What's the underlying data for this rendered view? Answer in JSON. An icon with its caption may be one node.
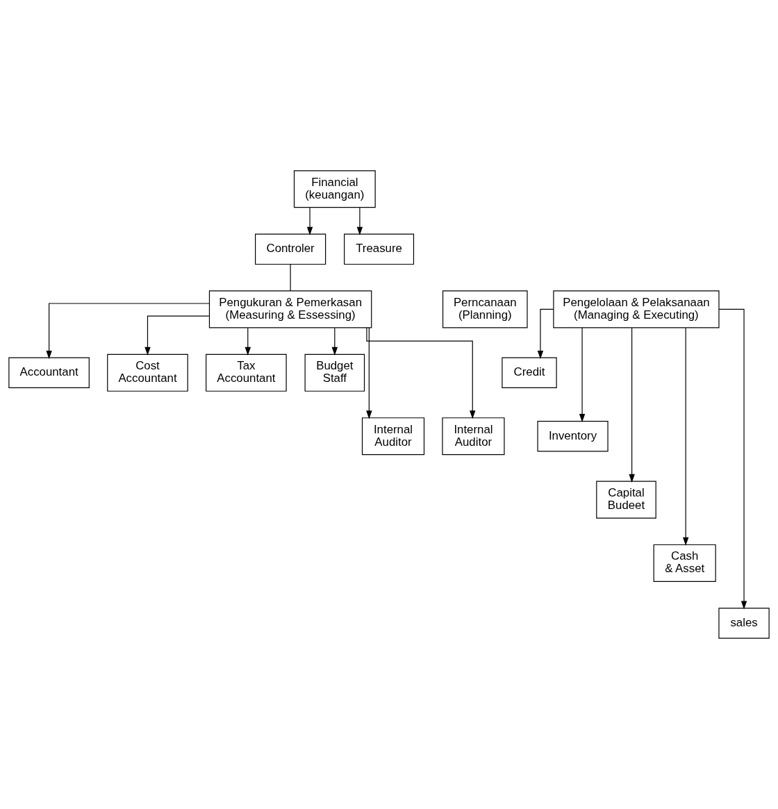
{
  "diagram": {
    "nodes": [
      {
        "text": [
          "Financial (keuangan)"
        ]
      },
      {
        "text": [
          "Controler"
        ]
      },
      {
        "text": [
          "Treasure"
        ]
      },
      {
        "text": [
          "Pengukuran & Pemerkasan (Measuring & Essessing)"
        ]
      },
      {
        "text": [
          "Perncanaan (Planning)"
        ]
      },
      {
        "text": [
          "Pengelolaan & Pelaksanaan (Managing & Executing)"
        ]
      },
      {
        "text": [
          "Accountant"
        ]
      },
      {
        "text": [
          "Cost Accountant"
        ]
      },
      {
        "text": [
          "Tax Accountant"
        ]
      },
      {
        "text": [
          "Budget Staff"
        ]
      },
      {
        "text": [
          "Internal Auditor"
        ]
      },
      {
        "text": [
          "Internal Auditor"
        ]
      },
      {
        "text": [
          "Credit"
        ]
      },
      {
        "text": [
          "Inventory"
        ]
      },
      {
        "text": [
          "Capital Budeet"
        ]
      },
      {
        "text": [
          "Cash & Asset"
        ]
      },
      {
        "text": [
          "sales"
        ]
      }
    ],
    "edges": [
      {
        "from": 0,
        "to": 1,
        "arrow": "to"
      },
      {
        "from": 0,
        "to": 2,
        "arrow": "to"
      },
      {
        "from": 1,
        "to": 3,
        "arrow": "none"
      },
      {
        "from": 3,
        "to": 6,
        "arrow": "to"
      },
      {
        "from": 3,
        "to": 10,
        "arrow": "to"
      },
      {
        "from": 3,
        "to": 7,
        "arrow": "to"
      },
      {
        "from": 3,
        "to": 11,
        "arrow": "to"
      },
      {
        "from": 3,
        "to": 8,
        "arrow": "to"
      },
      {
        "from": 3,
        "to": 9,
        "arrow": "to"
      },
      {
        "from": 5,
        "to": 12,
        "arrow": "to"
      },
      {
        "from": 5,
        "to": 13,
        "arrow": "to"
      },
      {
        "from": 5,
        "to": 14,
        "arrow": "to"
      },
      {
        "from": 5,
        "to": 15,
        "arrow": "to"
      },
      {
        "from": 5,
        "to": 16,
        "arrow": "to"
      }
    ]
  }
}
